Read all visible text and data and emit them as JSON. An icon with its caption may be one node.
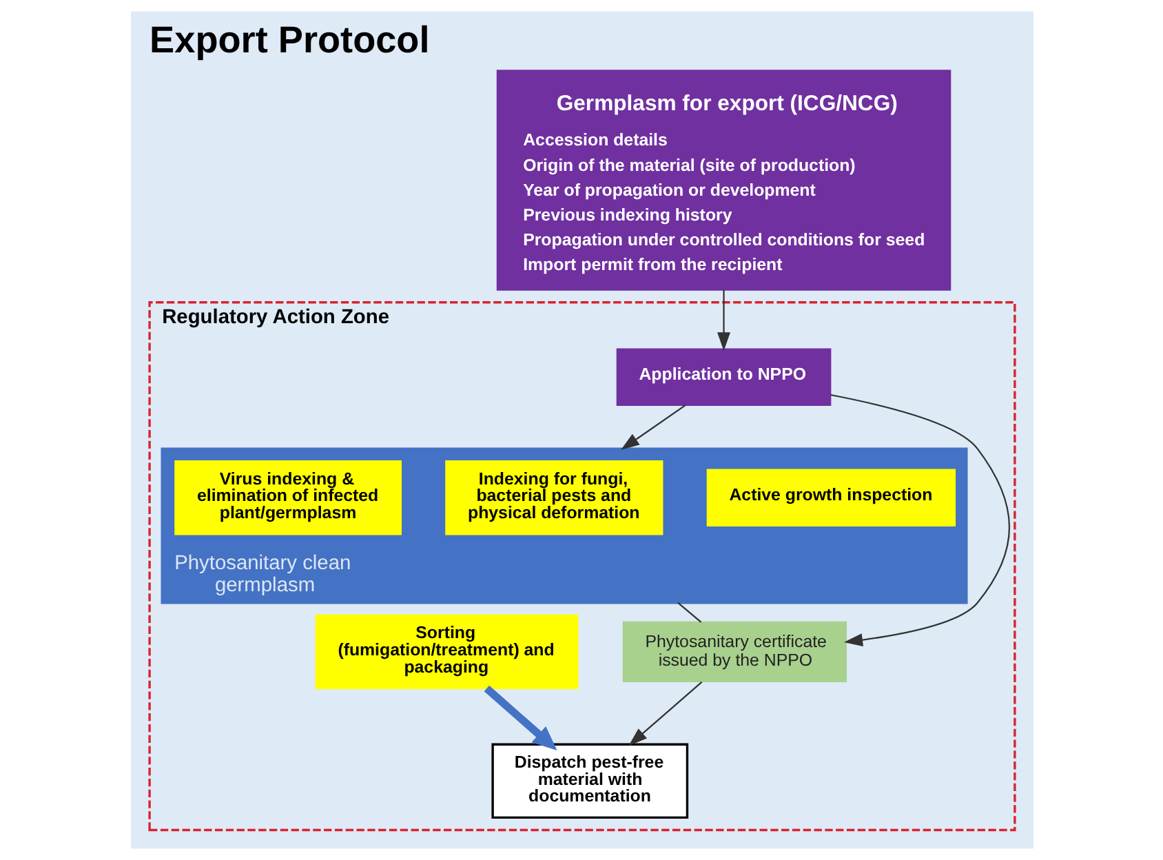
{
  "diagram": {
    "title": "Export Protocol",
    "nodes": [
      {
        "text": [
          "Germplasm for export (ICG/NCG)",
          "Accession details",
          "Origin of the material (site of production)",
          "Year of propagation or development",
          "Previous indexing history",
          "Propagation under controlled conditions for seed",
          "Import permit from the recipient"
        ]
      },
      {
        "text": [
          "Regulatory Action Zone"
        ]
      },
      {
        "text": [
          "Application to NPPO"
        ],
        "in": 1
      },
      {
        "text": [
          "Phytosanitary clean germplasm"
        ],
        "in": 1
      },
      {
        "text": [
          "Active growth inspection"
        ],
        "in": 3
      },
      {
        "text": [
          "Indexing for fungi, bacterial pests and physical deformation"
        ],
        "in": 3
      },
      {
        "text": [
          "Virus indexing & elimination of infected plant/germplasm"
        ],
        "in": 3
      },
      {
        "text": [
          "Phytosanitary certificate issued by the NPPO"
        ],
        "in": 1
      },
      {
        "text": [
          "Sorting (fumigation/treatment) and packaging"
        ],
        "in": 1
      },
      {
        "text": [
          "Dispatch pest-free material with documentation"
        ],
        "in": 1
      }
    ],
    "edges": [
      {
        "from": 0,
        "to": 2,
        "arrow": "to"
      },
      {
        "from": 2,
        "to": 3,
        "arrow": "to"
      },
      {
        "from": 2,
        "to": 7,
        "arrow": "to"
      },
      {
        "from": 3,
        "to": 7,
        "arrow": "none"
      },
      {
        "from": 7,
        "to": 9,
        "arrow": "to"
      },
      {
        "from": 8,
        "to": 9,
        "arrow": "to",
        "style": "thick",
        "color": "#4472c4"
      }
    ]
  }
}
